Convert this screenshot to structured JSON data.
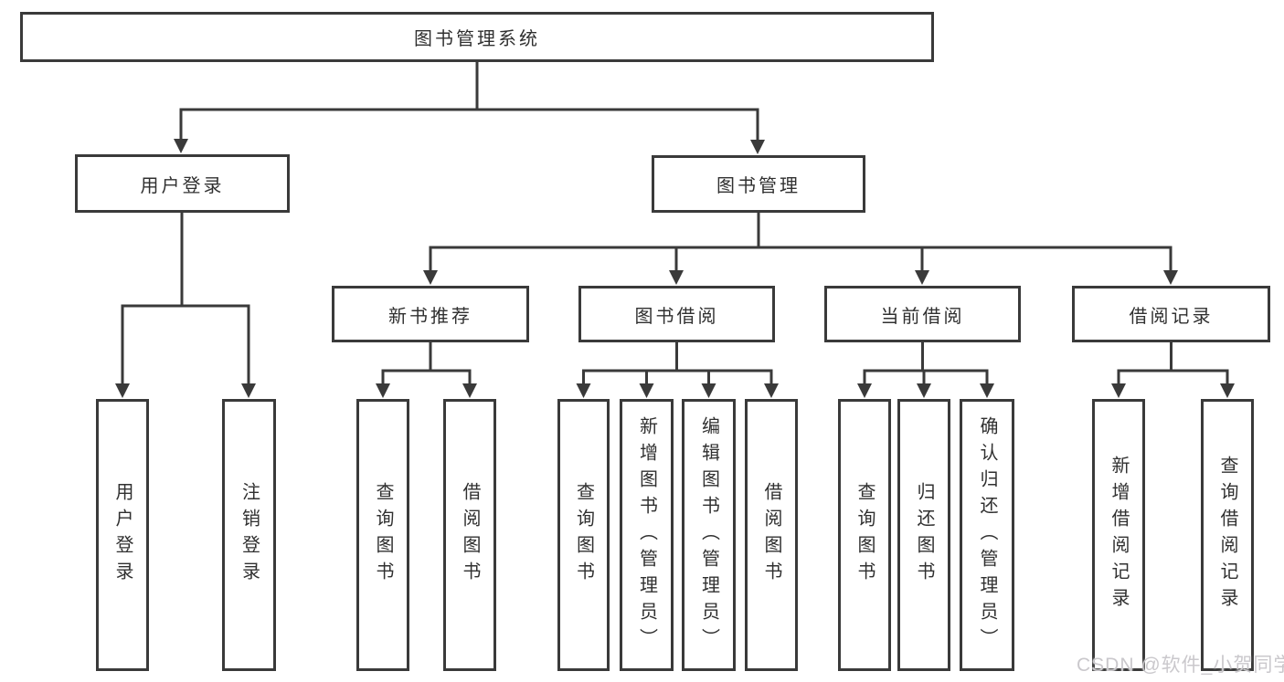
{
  "diagram": {
    "root": {
      "label": "图书管理系统"
    },
    "branches": [
      {
        "label": "用户登录",
        "children": [
          {
            "label": "用户登录"
          },
          {
            "label": "注销登录"
          }
        ]
      },
      {
        "label": "图书管理",
        "groups": [
          {
            "label": "新书推荐",
            "children": [
              {
                "label": "查询图书"
              },
              {
                "label": "借阅图书"
              }
            ]
          },
          {
            "label": "图书借阅",
            "children": [
              {
                "label": "查询图书"
              },
              {
                "label": "新增图书（管理员）"
              },
              {
                "label": "编辑图书（管理员）"
              },
              {
                "label": "借阅图书"
              }
            ]
          },
          {
            "label": "当前借阅",
            "children": [
              {
                "label": "查询图书"
              },
              {
                "label": "归还图书"
              },
              {
                "label": "确认归还（管理员）"
              }
            ]
          },
          {
            "label": "借阅记录",
            "children": [
              {
                "label": "新增借阅记录"
              },
              {
                "label": "查询借阅记录"
              }
            ]
          }
        ]
      }
    ]
  },
  "watermark": {
    "text": "CSDN @软件_小贺同学",
    "color": "#cac8cc"
  },
  "colors": {
    "line": "#3a3a3a",
    "text": "#303030",
    "background": "#ffffff"
  }
}
